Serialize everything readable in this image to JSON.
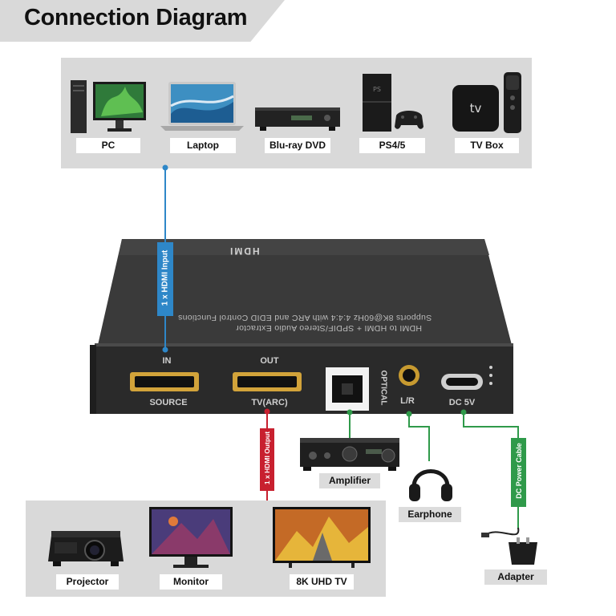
{
  "title": "Connection Diagram",
  "sources": [
    {
      "label": "PC",
      "icon": "pc-icon"
    },
    {
      "label": "Laptop",
      "icon": "laptop-icon"
    },
    {
      "label": "Blu-ray DVD",
      "icon": "bluray-player-icon"
    },
    {
      "label": "PS4/5",
      "icon": "game-console-icon"
    },
    {
      "label": "TV Box",
      "icon": "tv-box-icon"
    }
  ],
  "cables": {
    "input": "1 x HDMI Input",
    "output": "1 x HDMI Output",
    "power": "DC Power Cable"
  },
  "device": {
    "brand_text": "HDMI",
    "desc_line1": "HDMI to HDMI + SPDIF/Stereo Audio Extractor",
    "desc_line2": "Supports 8K@60Hz 4:4:4 with ARC and EDID Control Functions",
    "ports": {
      "in_top": "IN",
      "in_bottom": "SOURCE",
      "out_top": "OUT",
      "out_bottom": "TV(ARC)",
      "optical": "OPTICAL",
      "lr": "L/R",
      "dc": "DC 5V"
    }
  },
  "audio_outputs": [
    {
      "label": "Amplifier",
      "icon": "amplifier-icon"
    },
    {
      "label": "Earphone",
      "icon": "headphones-icon"
    },
    {
      "label": "Adapter",
      "icon": "power-adapter-icon"
    }
  ],
  "displays": [
    {
      "label": "Projector",
      "icon": "projector-icon"
    },
    {
      "label": "Monitor",
      "icon": "monitor-icon"
    },
    {
      "label": "8K UHD TV",
      "icon": "tv-icon"
    }
  ],
  "colors": {
    "input_cable": "#2e87c8",
    "output_cable": "#c8202f",
    "audio_cable": "#2f9a4a",
    "device_body": "#2f2f2f",
    "panel_bg": "#d9d9d9"
  }
}
